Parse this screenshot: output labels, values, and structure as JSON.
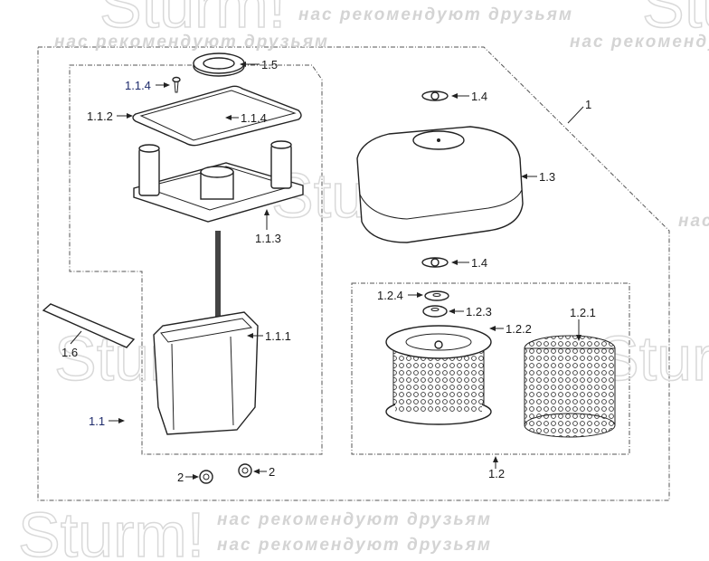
{
  "watermark": {
    "brand": "Sturm!",
    "slogan": "нас рекомендуют друзьям"
  },
  "labels": {
    "assembly": "1",
    "l_1_1": "1.1",
    "l_1_1_1": "1.1.1",
    "l_1_1_2": "1.1.2",
    "l_1_1_3": "1.1.3",
    "l_1_1_4a": "1.1.4",
    "l_1_1_4b": "1.1.4",
    "l_1_2": "1.2",
    "l_1_2_1": "1.2.1",
    "l_1_2_2": "1.2.2",
    "l_1_2_3": "1.2.3",
    "l_1_2_4": "1.2.4",
    "l_1_3": "1.3",
    "l_1_4a": "1.4",
    "l_1_4b": "1.4",
    "l_1_5": "1.5",
    "l_1_6": "1.6",
    "l_2a": "2",
    "l_2b": "2"
  },
  "colors": {
    "label_blue": "#1d2a6b",
    "line": "#222222",
    "watermark": "#d9d9d9"
  }
}
